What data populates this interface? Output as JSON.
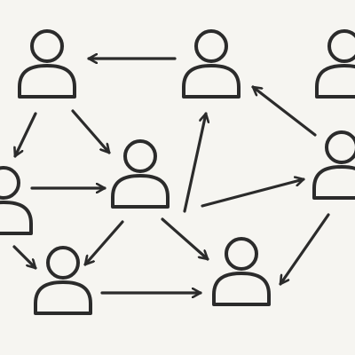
{
  "diagram": {
    "style": {
      "stroke_color": "#2b2b2b",
      "background": "#f6f5f1"
    },
    "icon": "person-icon",
    "nodes": [
      {
        "id": "top-left"
      },
      {
        "id": "top-center"
      },
      {
        "id": "top-right"
      },
      {
        "id": "mid-left"
      },
      {
        "id": "center"
      },
      {
        "id": "mid-right"
      },
      {
        "id": "bottom-left"
      },
      {
        "id": "bottom-center"
      }
    ],
    "edges": [
      {
        "from": "top-center",
        "to": "top-left"
      },
      {
        "from": "top-left",
        "to": "mid-left"
      },
      {
        "from": "top-left",
        "to": "center"
      },
      {
        "from": "mid-left",
        "to": "center"
      },
      {
        "from": "mid-left",
        "to": "bottom-left"
      },
      {
        "from": "center",
        "to": "top-center"
      },
      {
        "from": "center",
        "to": "mid-right"
      },
      {
        "from": "center",
        "to": "bottom-left"
      },
      {
        "from": "center",
        "to": "bottom-center"
      },
      {
        "from": "mid-right",
        "to": "top-center"
      },
      {
        "from": "mid-right",
        "to": "bottom-center"
      },
      {
        "from": "bottom-left",
        "to": "bottom-center"
      }
    ]
  }
}
